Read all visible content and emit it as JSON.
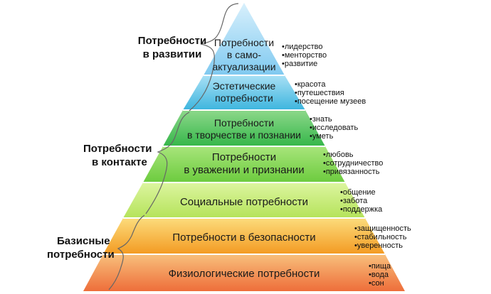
{
  "groups": [
    {
      "line1": "Потребности",
      "line2": "в развитии"
    },
    {
      "line1": "Потребности",
      "line2": "в контакте"
    },
    {
      "line1": "Базисные",
      "line2": "потребности"
    }
  ],
  "levels": [
    {
      "lines": [
        "Потребности",
        "в само-",
        "актуализации"
      ],
      "color": "#7FC9F0",
      "bullets": [
        "•лидерство",
        "•менторство",
        "•развитие"
      ]
    },
    {
      "lines": [
        "Эстетические",
        "потребности"
      ],
      "color": "#3DB5DE",
      "bullets": [
        "•красота",
        "•путешествия",
        "•посещение музеев"
      ]
    },
    {
      "lines": [
        "Потребности",
        "в творчестве и познании"
      ],
      "color": "#35B64A",
      "bullets": [
        "•знать",
        "•исследовать",
        "•уметь"
      ]
    },
    {
      "lines": [
        "Потребности",
        "в уважении и признании"
      ],
      "color": "#6CCB3E",
      "bullets": [
        "•любовь",
        "•сотрудничество",
        "•привязанность"
      ]
    },
    {
      "lines": [
        "Социальные потребности"
      ],
      "color": "#B5E35A",
      "bullets": [
        "•общение",
        "•забота",
        "•поддержка"
      ]
    },
    {
      "lines": [
        "Потребности в безопасности"
      ],
      "color": "#F9B62E",
      "bullets": [
        "•защищенность",
        "•стабильность",
        "•уверенность"
      ]
    },
    {
      "lines": [
        "Физиологические потребности"
      ],
      "color": "#F39552",
      "bullets": [
        "•пища",
        "•вода",
        "•сон"
      ]
    }
  ]
}
